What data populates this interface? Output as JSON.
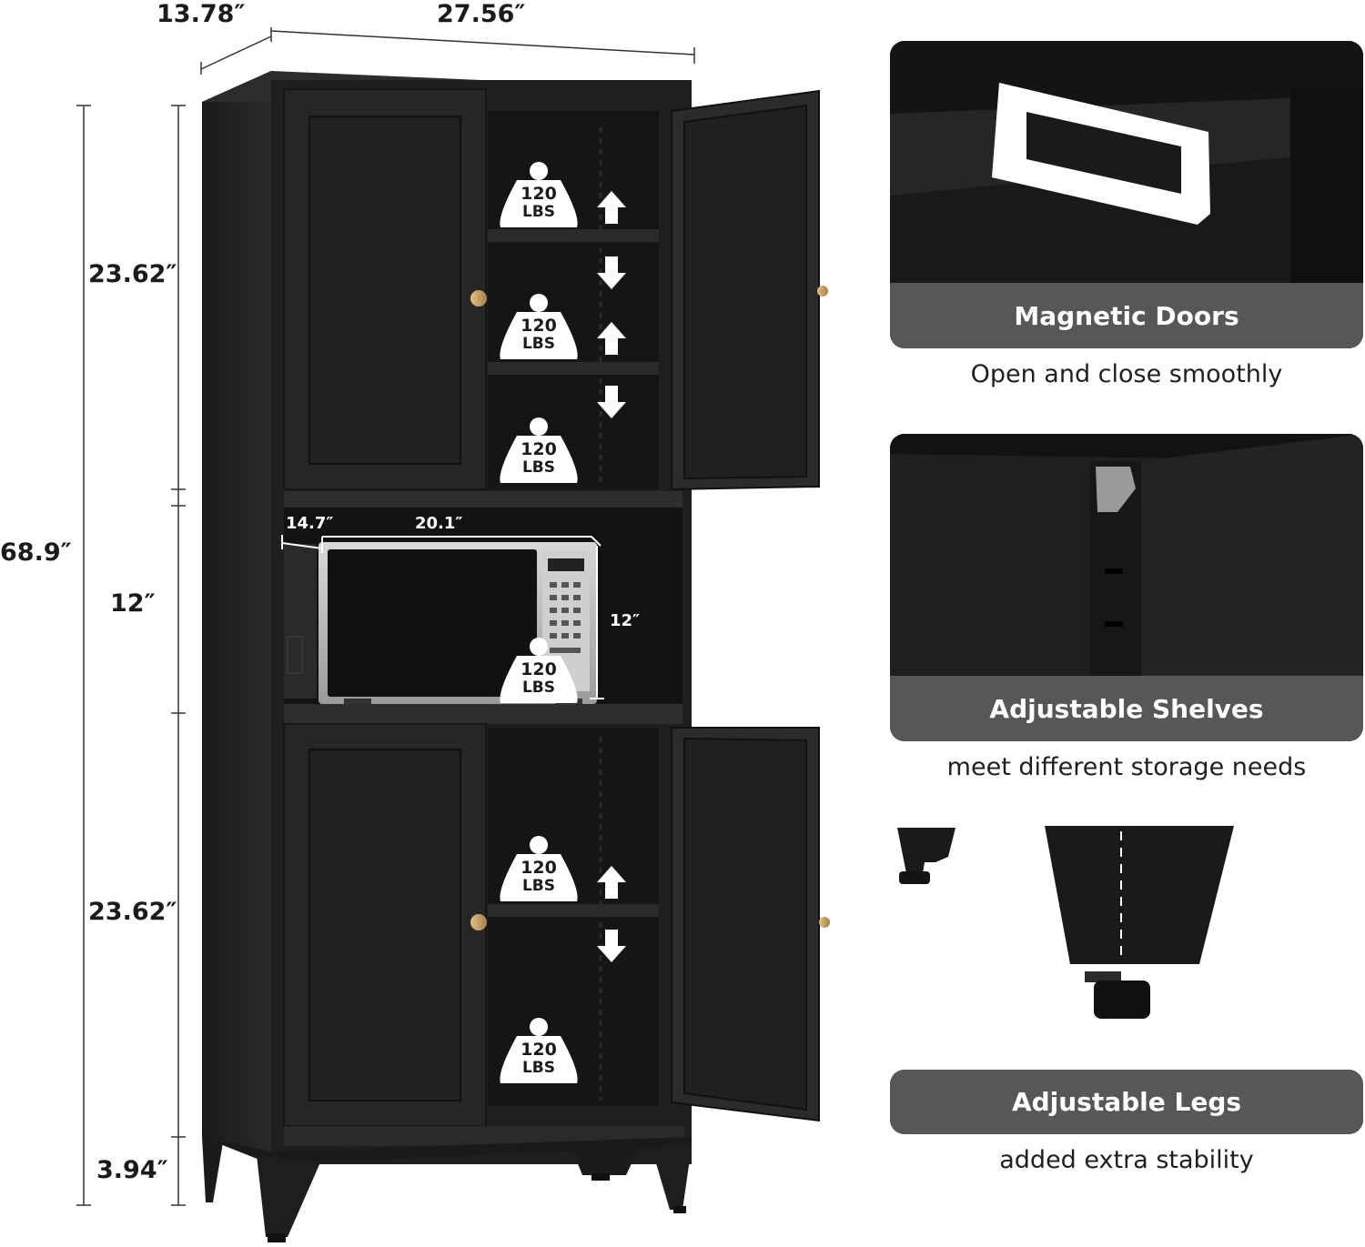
{
  "dimensions": {
    "depth": "13.78″",
    "width": "27.56″",
    "total_height": "68.9″",
    "upper_height": "23.62″",
    "middle_height": "12″",
    "lower_height": "23.62″",
    "leg_height": "3.94″",
    "microwave_depth": "14.7″",
    "microwave_width": "20.1″",
    "microwave_height": "12″"
  },
  "weight_badges": [
    {
      "value": "120",
      "unit": "LBS"
    },
    {
      "value": "120",
      "unit": "LBS"
    },
    {
      "value": "120",
      "unit": "LBS"
    },
    {
      "value": "120",
      "unit": "LBS"
    },
    {
      "value": "120",
      "unit": "LBS"
    },
    {
      "value": "120",
      "unit": "LBS"
    }
  ],
  "features": [
    {
      "title": "Magnetic Doors",
      "subtitle": "Open and close smoothly"
    },
    {
      "title": "Adjustable Shelves",
      "subtitle": "meet different storage needs"
    },
    {
      "title": "Adjustable Legs",
      "subtitle": "added extra stability"
    }
  ],
  "colors": {
    "cabinet": "#222222",
    "caption_bar": "#57575a",
    "knob": "#c9a36a"
  }
}
